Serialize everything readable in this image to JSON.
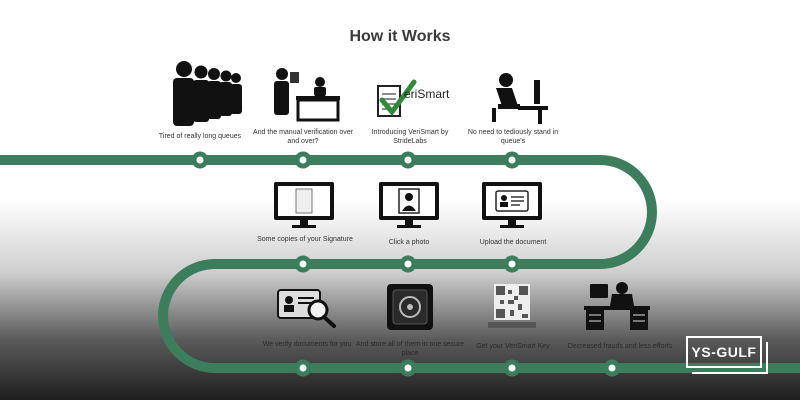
{
  "header": {
    "title": "How it Works"
  },
  "brand": {
    "badge": "YS-GULF",
    "track_color": "#3b7d5c"
  },
  "steps": [
    {
      "icon": "queue-people-icon",
      "label": "Tired of really long queues"
    },
    {
      "icon": "manual-verification-desk-icon",
      "label": "And the manual verification over and over?"
    },
    {
      "icon": "verismart-logo-icon",
      "logo_text": "eriSmart",
      "label": "Introducing VeriSmart by StrideLabs"
    },
    {
      "icon": "person-at-computer-icon",
      "label": "No need to tediously stand in queue's"
    },
    {
      "icon": "monitor-signature-icon",
      "label": "Some copies of your Signature"
    },
    {
      "icon": "monitor-photo-icon",
      "label": "Click a photo"
    },
    {
      "icon": "monitor-document-icon",
      "label": "Upload the document"
    },
    {
      "icon": "id-card-magnifier-icon",
      "label": "We verify documents for you"
    },
    {
      "icon": "vault-icon",
      "label": "And store all of them in one secure place"
    },
    {
      "icon": "qr-code-icon",
      "label": "Get your VeriSmart Key"
    },
    {
      "icon": "relaxed-office-icon",
      "label": "Decreased frauds and less efforts"
    }
  ]
}
